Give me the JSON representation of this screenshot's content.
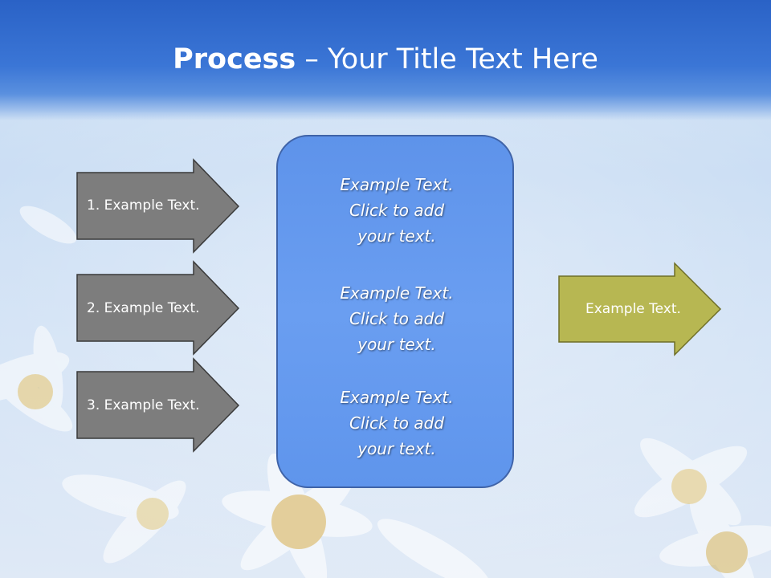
{
  "title": {
    "bold": "Process",
    "rest": " – Your Title Text Here"
  },
  "arrows": [
    {
      "label": "1. Example Text."
    },
    {
      "label": "2. Example Text."
    },
    {
      "label": "3. Example Text."
    }
  ],
  "center": {
    "paragraphs": [
      {
        "line1": "Example Text.",
        "line2": "Click  to add",
        "line3": "your text."
      },
      {
        "line1": "Example Text.",
        "line2": "Click  to add",
        "line3": "your text."
      },
      {
        "line1": "Example Text.",
        "line2": "Click  to add",
        "line3": "your text."
      }
    ]
  },
  "output_arrow": {
    "label": "Example Text."
  },
  "colors": {
    "gray_arrow": "#7d7d7d",
    "olive_arrow": "#b7b752",
    "center_box": "#6a9ef1",
    "title_band": "#2a62c6"
  }
}
